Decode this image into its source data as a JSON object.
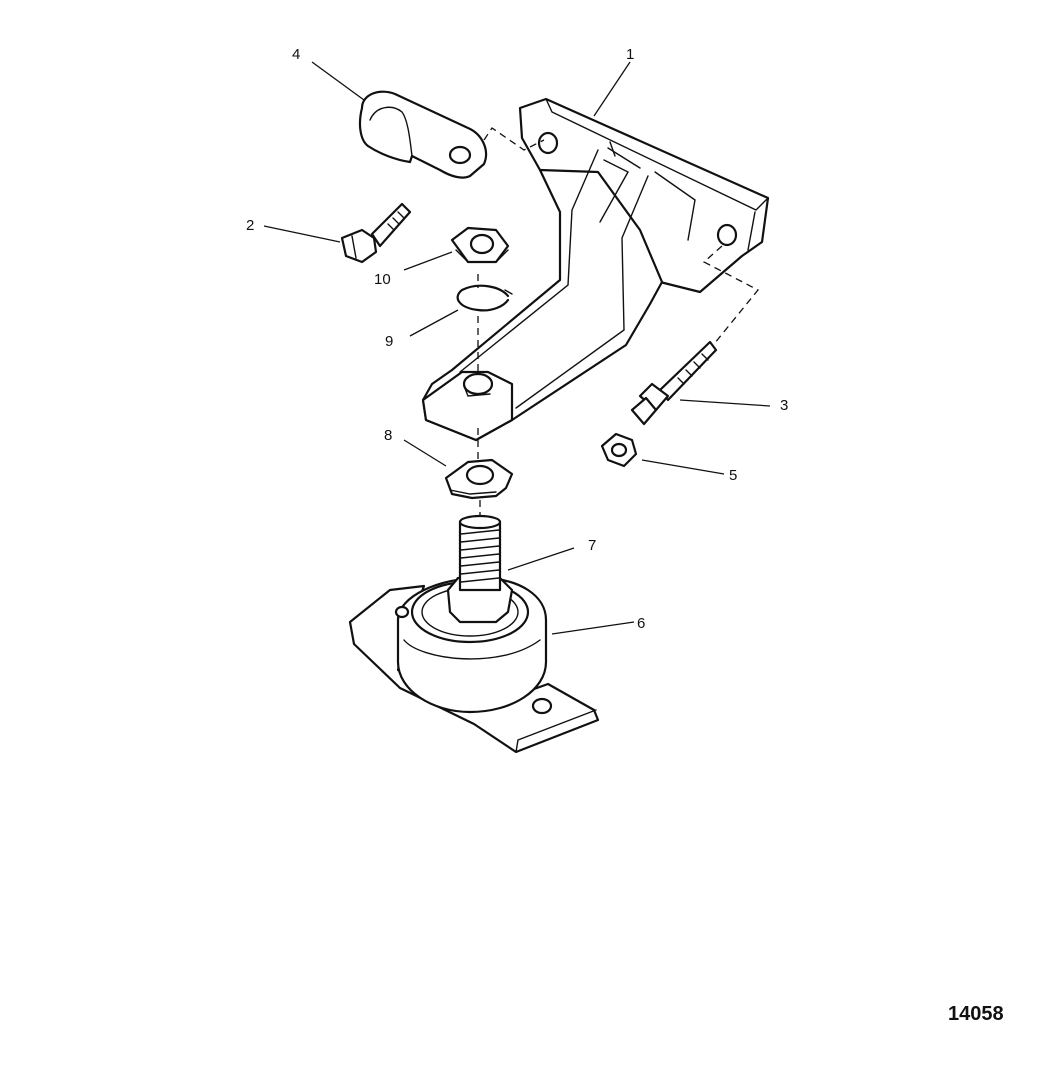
{
  "callouts": {
    "c1": "1",
    "c2": "2",
    "c3": "3",
    "c4": "4",
    "c5": "5",
    "c6": "6",
    "c7": "7",
    "c8": "8",
    "c9": "9",
    "c10": "10"
  },
  "figure_number": "14058"
}
